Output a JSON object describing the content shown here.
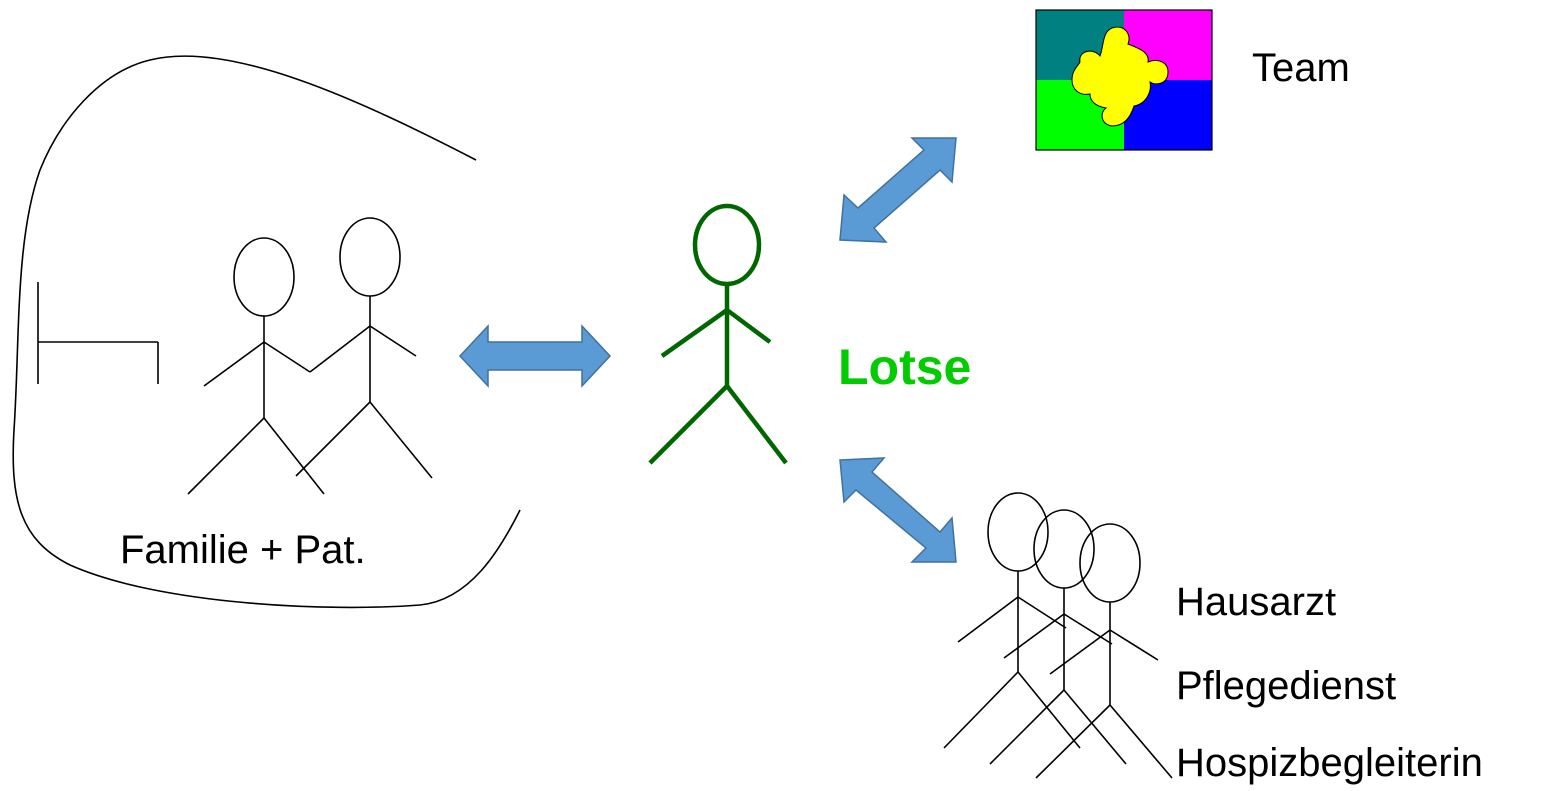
{
  "family": {
    "label": "Familie + Pat."
  },
  "lotse": {
    "label": "Lotse",
    "color": "#00cc00",
    "figure_color": "#006600"
  },
  "team": {
    "label": "Team",
    "puzzle_colors": {
      "top_left": "#008080",
      "top_right": "#ff00ff",
      "bottom_left": "#00ff00",
      "bottom_right": "#0000ff",
      "center": "#ffff00"
    }
  },
  "professionals": {
    "items": [
      "Hausarzt",
      "Pflegedienst",
      "Hospizbegleiterin"
    ]
  },
  "arrow_color": "#5b9bd5",
  "arrow_stroke": "#41719c"
}
